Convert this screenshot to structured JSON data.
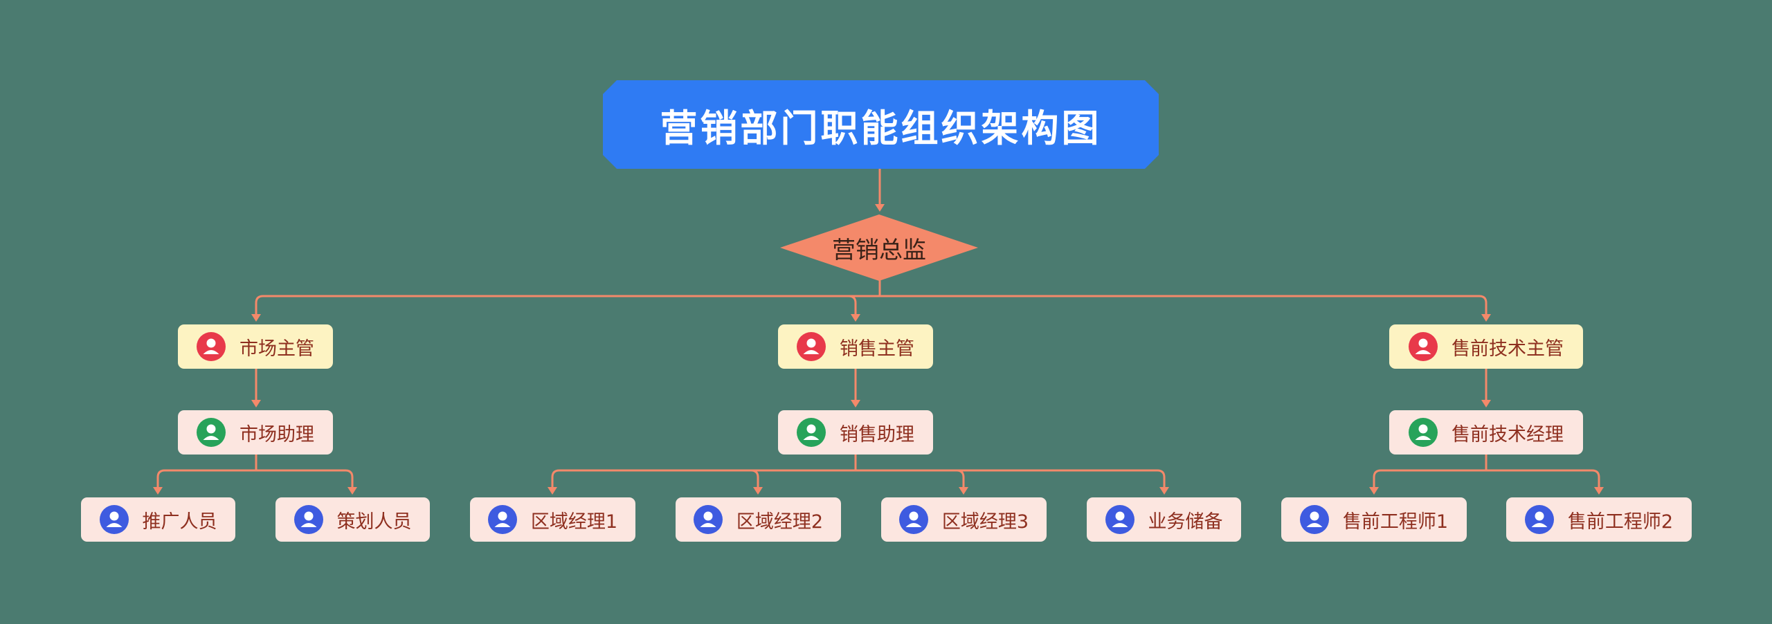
{
  "title": "营销部门职能组织架构图",
  "root": {
    "label": "营销总监"
  },
  "colors": {
    "background": "#4B7B70",
    "title_fill": "#2F7BF3",
    "diamond_fill": "#F4896A",
    "connector": "#F4896A",
    "manager_fill": "#FDF3C2",
    "assistant_fill": "#FCE6E0",
    "staff_fill": "#FCE6E0",
    "icon_red": "#E8394A",
    "icon_green": "#27A35A",
    "icon_blue": "#3E5BE0",
    "label_text": "#8E2F1F"
  },
  "branches": [
    {
      "manager": {
        "label": "市场主管",
        "icon": "user-icon-red"
      },
      "assistant": {
        "label": "市场助理",
        "icon": "user-icon-green"
      },
      "staff": [
        {
          "label": "推广人员",
          "icon": "user-icon-blue"
        },
        {
          "label": "策划人员",
          "icon": "user-icon-blue"
        }
      ]
    },
    {
      "manager": {
        "label": "销售主管",
        "icon": "user-icon-red"
      },
      "assistant": {
        "label": "销售助理",
        "icon": "user-icon-green"
      },
      "staff": [
        {
          "label": "区域经理1",
          "icon": "user-icon-blue"
        },
        {
          "label": "区域经理2",
          "icon": "user-icon-blue"
        },
        {
          "label": "区域经理3",
          "icon": "user-icon-blue"
        },
        {
          "label": "业务储备",
          "icon": "user-icon-blue"
        }
      ]
    },
    {
      "manager": {
        "label": "售前技术主管",
        "icon": "user-icon-red"
      },
      "assistant": {
        "label": "售前技术经理",
        "icon": "user-icon-green"
      },
      "staff": [
        {
          "label": "售前工程师1",
          "icon": "user-icon-blue"
        },
        {
          "label": "售前工程师2",
          "icon": "user-icon-blue"
        }
      ]
    }
  ]
}
